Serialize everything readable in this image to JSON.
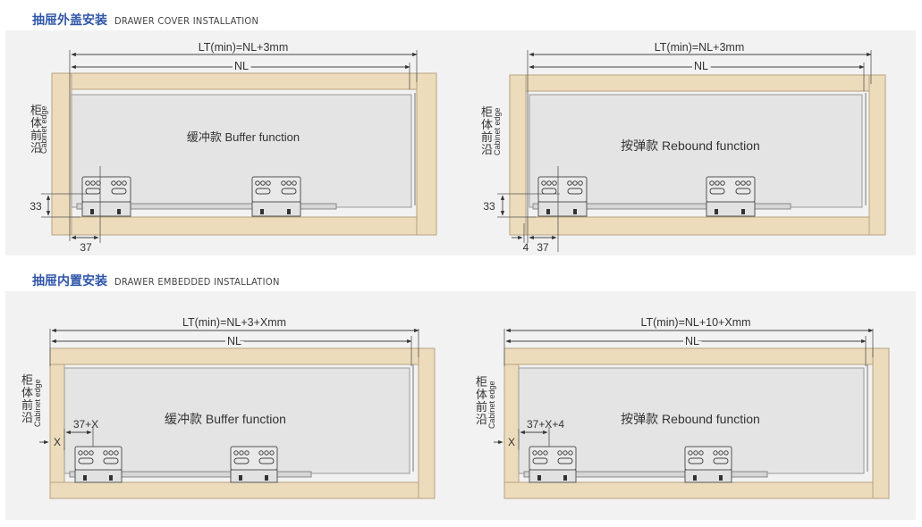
{
  "sections": [
    {
      "title_cn": "抽屉外盖安装",
      "title_en": "DRAWER COVER INSTALLATION"
    },
    {
      "title_cn": "抽屉内置安装",
      "title_en": "DRAWER EMBEDDED INSTALLATION"
    }
  ],
  "diagrams": [
    {
      "lt": "LT(min)=NL+3mm",
      "nl": "NL",
      "side_cn": "柜\n体\n前\n沿",
      "side_en": "Cabinet edge",
      "func": "缓冲款 Buffer function",
      "height_dim": "33",
      "offset_dim": "37"
    },
    {
      "lt": "LT(min)=NL+3mm",
      "nl": "NL",
      "side_cn": "柜\n体\n前\n沿",
      "side_en": "Cabinet edge",
      "func": "按弹款 Rebound function",
      "height_dim": "33",
      "edge_dim": "4",
      "offset_dim": "37"
    },
    {
      "lt": "LT(min)=NL+3+Xmm",
      "nl": "NL",
      "side_cn": "柜\n体\n前\n沿",
      "side_en": "Cabinet edge",
      "func": "缓冲款 Buffer function",
      "x_dim": "X",
      "offset_dim": "37+X"
    },
    {
      "lt": "LT(min)=NL+10+Xmm",
      "nl": "NL",
      "side_cn": "柜\n体\n前\n沿",
      "side_en": "Cabinet edge",
      "func": "按弹款 Rebound function",
      "x_dim": "X",
      "offset_dim": "37+X+4"
    }
  ],
  "colors": {
    "wood": "#ecdcbc",
    "wood_edge": "#b7a27f",
    "drawer": "#e4e4e4",
    "panel": "#f2f2f2",
    "title": "#2f56a8"
  }
}
